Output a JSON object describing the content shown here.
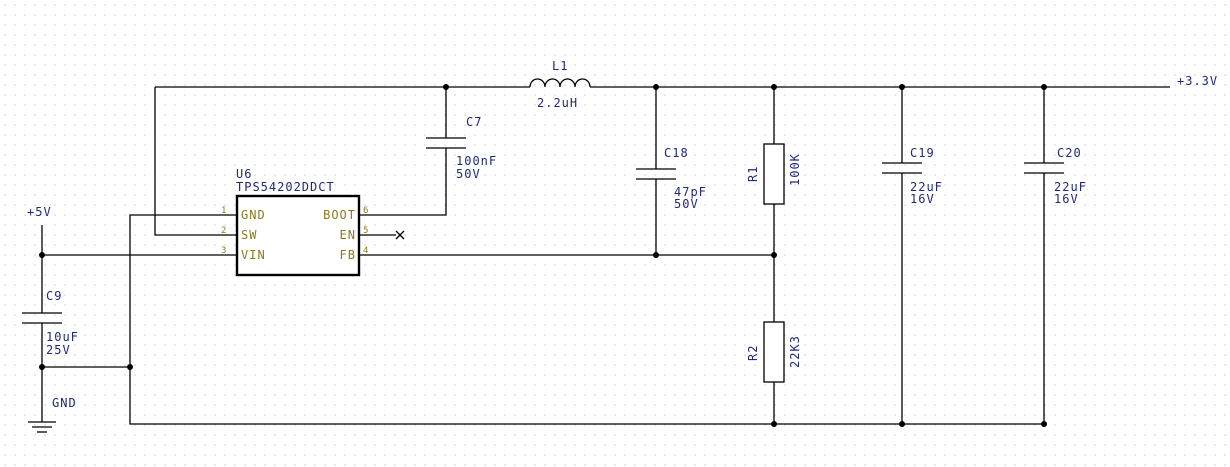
{
  "ic": {
    "ref": "U6",
    "value": "TPS54202DDCT",
    "pins": [
      {
        "num": "1",
        "name": "GND"
      },
      {
        "num": "2",
        "name": "SW"
      },
      {
        "num": "3",
        "name": "VIN"
      },
      {
        "num": "6",
        "name": "BOOT"
      },
      {
        "num": "5",
        "name": "EN"
      },
      {
        "num": "4",
        "name": "FB"
      }
    ]
  },
  "inductor": {
    "ref": "L1",
    "value": "2.2uH"
  },
  "capacitors": {
    "c7": {
      "ref": "C7",
      "value": "100nF",
      "voltage": "50V"
    },
    "c9": {
      "ref": "C9",
      "value": "10uF",
      "voltage": "25V"
    },
    "c18": {
      "ref": "C18",
      "value": "47pF",
      "voltage": "50V"
    },
    "c19": {
      "ref": "C19",
      "value": "22uF",
      "voltage": "16V"
    },
    "c20": {
      "ref": "C20",
      "value": "22uF",
      "voltage": "16V"
    }
  },
  "resistors": {
    "r1": {
      "ref": "R1",
      "value": "100K"
    },
    "r2": {
      "ref": "R2",
      "value": "22K3"
    }
  },
  "nets": {
    "input": "+5V",
    "ground": "GND",
    "output": "+3.3V"
  }
}
